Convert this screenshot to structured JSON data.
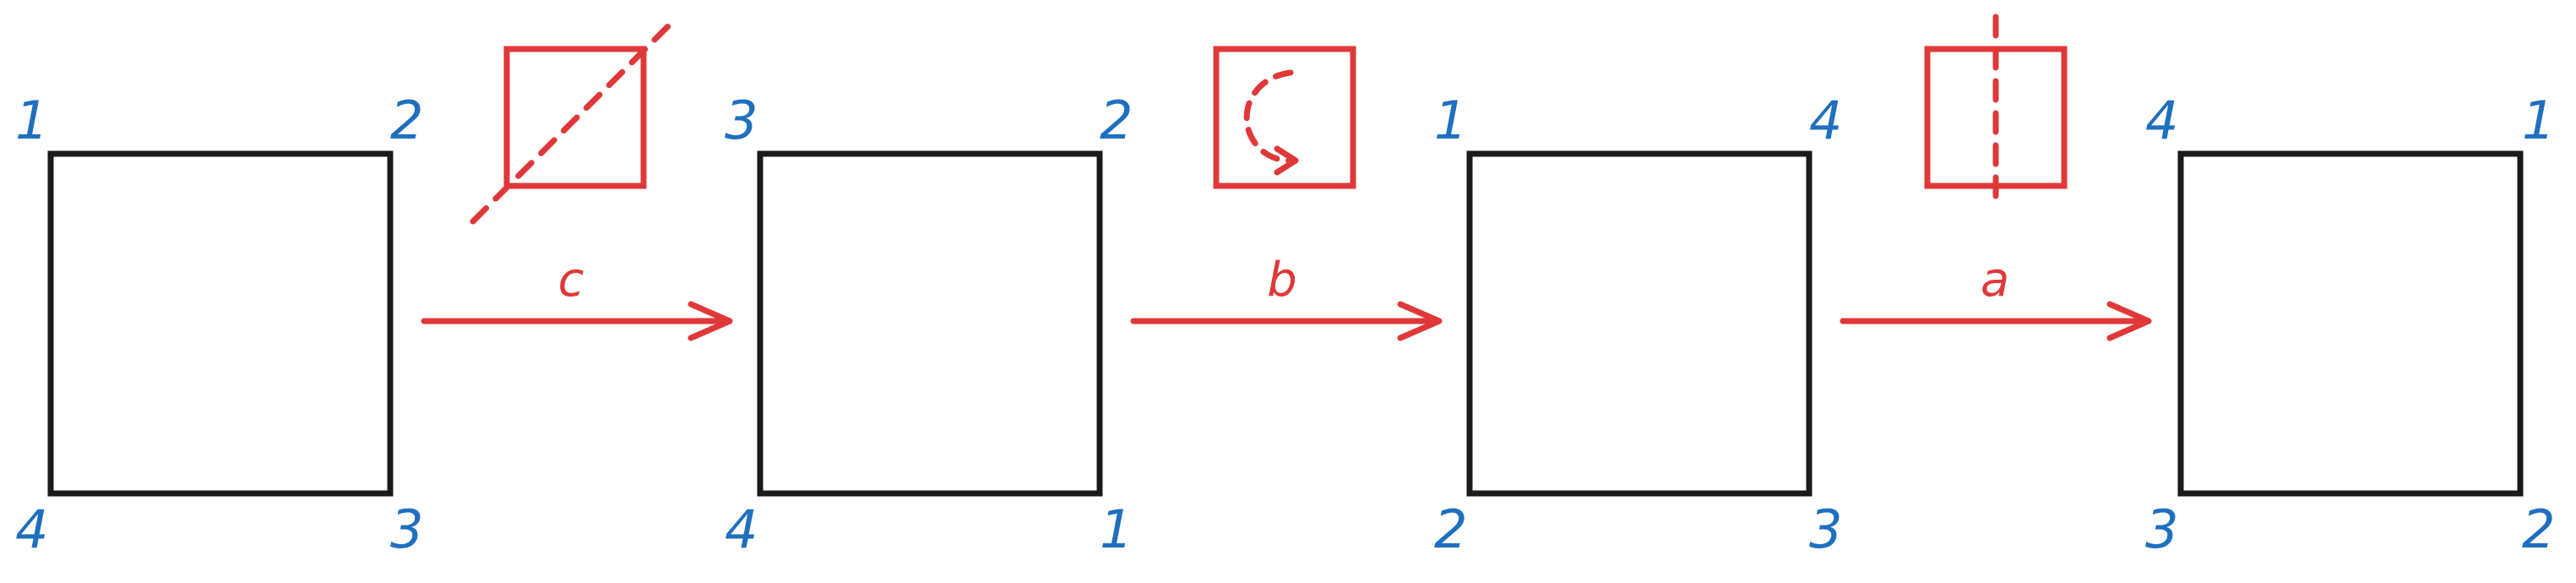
{
  "colors": {
    "square_stroke": "#1a1a1a",
    "label": "#1f6fbf",
    "transform": "#e03838",
    "background": "#ffffff"
  },
  "squares": [
    {
      "id": "square-1",
      "corners": {
        "top_left": "1",
        "top_right": "2",
        "bottom_left": "4",
        "bottom_right": "3"
      }
    },
    {
      "id": "square-2",
      "corners": {
        "top_left": "3",
        "top_right": "2",
        "bottom_left": "4",
        "bottom_right": "1"
      }
    },
    {
      "id": "square-3",
      "corners": {
        "top_left": "1",
        "top_right": "4",
        "bottom_left": "2",
        "bottom_right": "3"
      }
    },
    {
      "id": "square-4",
      "corners": {
        "top_left": "4",
        "top_right": "1",
        "bottom_left": "3",
        "bottom_right": "2"
      }
    }
  ],
  "transforms": [
    {
      "id": "transform-c",
      "label": "c",
      "icon": "diagonal-reflection-icon"
    },
    {
      "id": "transform-b",
      "label": "b",
      "icon": "rotation-icon"
    },
    {
      "id": "transform-a",
      "label": "a",
      "icon": "vertical-reflection-icon"
    }
  ]
}
